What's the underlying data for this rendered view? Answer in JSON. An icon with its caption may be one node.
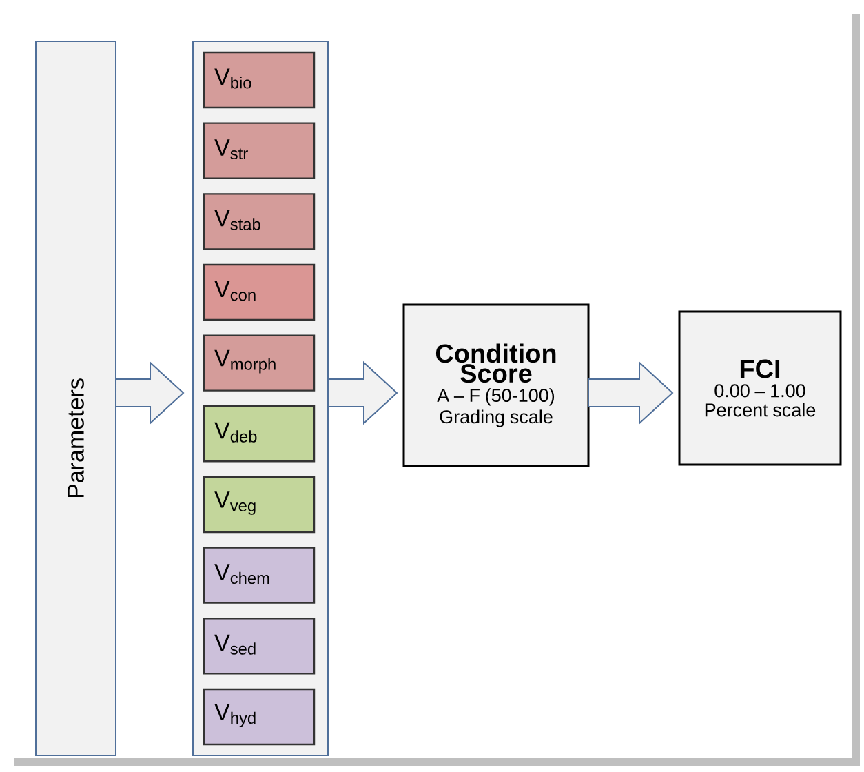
{
  "diagram": {
    "nodes": [
      {
        "text": [
          "Parameters"
        ]
      },
      {
        "text": [],
        "shape": "box"
      },
      {
        "text": [
          "V$_{bio}$"
        ],
        "in": 1
      },
      {
        "text": [
          "V$_{str}$"
        ],
        "in": 1
      },
      {
        "text": [
          "V$_{stab}$"
        ],
        "in": 1
      },
      {
        "text": [
          "V$_{con}$"
        ],
        "in": 1
      },
      {
        "text": [
          "V$_{morph}$"
        ],
        "in": 1
      },
      {
        "text": [
          "V$_{deb}$"
        ],
        "in": 1
      },
      {
        "text": [
          "V$_{veg}$"
        ],
        "in": 1
      },
      {
        "text": [
          "V$_{chem}$"
        ],
        "in": 1
      },
      {
        "text": [
          "V$_{sed}$"
        ],
        "in": 1
      },
      {
        "text": [
          "V$_{hyd}$"
        ],
        "in": 1
      },
      {
        "text": [
          "Condition Score",
          "A – F (50-100)",
          "Grading scale"
        ]
      },
      {
        "text": [
          "FCI",
          "0.00 – 1.00",
          "Percent scale"
        ]
      }
    ],
    "edges": [
      {
        "from": 0,
        "to": 1,
        "arrow": "to"
      },
      {
        "from": 1,
        "to": 12,
        "arrow": "to"
      },
      {
        "from": 12,
        "to": 13,
        "arrow": "to"
      }
    ]
  }
}
